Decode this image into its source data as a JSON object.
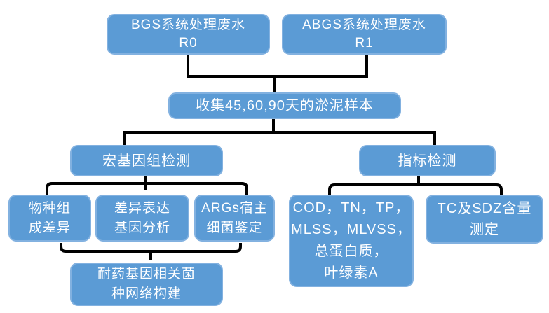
{
  "diagram": {
    "colors": {
      "background": "#FFFFFF",
      "node_fill": "#5B9BD5",
      "node_border": "#82B1E0",
      "node_text": "#FFFFFF",
      "connector": "#000000"
    },
    "nodes": {
      "r0": {
        "lines": [
          "BGS系统处理废水",
          "R0"
        ]
      },
      "r1": {
        "lines": [
          "ABGS系统处理废水",
          "R1"
        ]
      },
      "collect": {
        "lines": [
          "收集45,60,90天的淤泥样本"
        ]
      },
      "metagenome": {
        "lines": [
          "宏基因组检测"
        ]
      },
      "index_test": {
        "lines": [
          "指标检测"
        ]
      },
      "species": {
        "lines": [
          "物种组",
          "成差异"
        ]
      },
      "diff_expr": {
        "lines": [
          "差异表达",
          "基因分析"
        ]
      },
      "args_host": {
        "lines": [
          "ARGs宿主",
          "细菌鉴定"
        ]
      },
      "cod_panel": {
        "lines": [
          "COD，TN，TP，",
          "MLSS，MLVSS，",
          "总蛋白质，",
          "叶绿素A"
        ]
      },
      "tc_sdz": {
        "lines": [
          "TC及SDZ含量",
          "测定"
        ]
      },
      "network": {
        "lines": [
          "耐药基因相关菌",
          "种网络构建"
        ]
      }
    },
    "edges": [
      {
        "from": "r0",
        "to": "collect"
      },
      {
        "from": "r1",
        "to": "collect"
      },
      {
        "from": "collect",
        "to": "metagenome"
      },
      {
        "from": "collect",
        "to": "index_test"
      },
      {
        "from": "metagenome",
        "to": "species"
      },
      {
        "from": "metagenome",
        "to": "diff_expr"
      },
      {
        "from": "metagenome",
        "to": "args_host"
      },
      {
        "from": "index_test",
        "to": "cod_panel"
      },
      {
        "from": "index_test",
        "to": "tc_sdz"
      },
      {
        "from": "species",
        "to": "network"
      },
      {
        "from": "diff_expr",
        "to": "network"
      },
      {
        "from": "args_host",
        "to": "network"
      }
    ]
  }
}
